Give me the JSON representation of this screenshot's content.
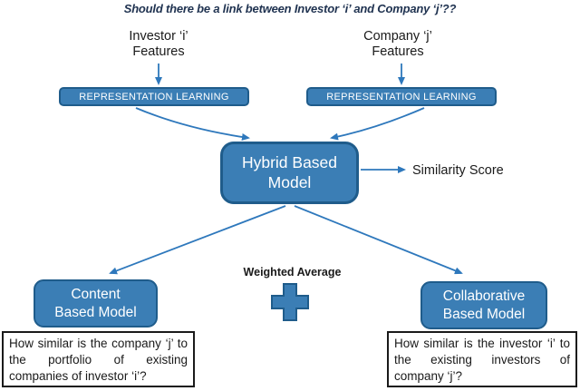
{
  "diagram": {
    "title": "Should there be a link between Investor ‘i’ and Company ‘j’??",
    "investor_features": {
      "line1": "Investor ‘i’",
      "line2": "Features"
    },
    "company_features": {
      "line1": "Company ‘j’",
      "line2": "Features"
    },
    "representation_learning_left": "REPRESENTATION LEARNING",
    "representation_learning_right": "REPRESENTATION LEARNING",
    "hybrid_model": {
      "line1": "Hybrid Based",
      "line2": "Model"
    },
    "similarity_score": "Similarity Score",
    "weighted_average": "Weighted Average",
    "content_model": {
      "line1": "Content",
      "line2": "Based Model"
    },
    "collaborative_model": {
      "line1": "Collaborative",
      "line2": "Based Model"
    },
    "content_question": "How similar is the company ‘j’ to the portfolio of existing companies of investor ‘i’?",
    "collaborative_question": "How similar is the investor ‘i’ to the existing investors of company ‘j’?",
    "colors": {
      "box_fill": "#3B7EB5",
      "box_border": "#1F5C8B",
      "arrow": "#2E78BC",
      "title_text": "#1F3250"
    }
  }
}
